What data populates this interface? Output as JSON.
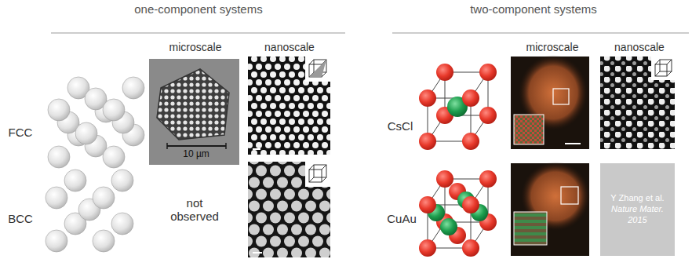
{
  "diagram": {
    "nodes": [
      {
        "text": [
          "Y Zhang et al.",
          "Nature Mater. 2015"
        ]
      }
    ],
    "labels": [
      "one-component systems",
      "microscale",
      "nanoscale",
      "two-component systems",
      "microscale",
      "nanoscale",
      "FCC",
      "10 µm",
      "CsCl",
      "BCC",
      "not observed",
      "CuAu"
    ]
  }
}
